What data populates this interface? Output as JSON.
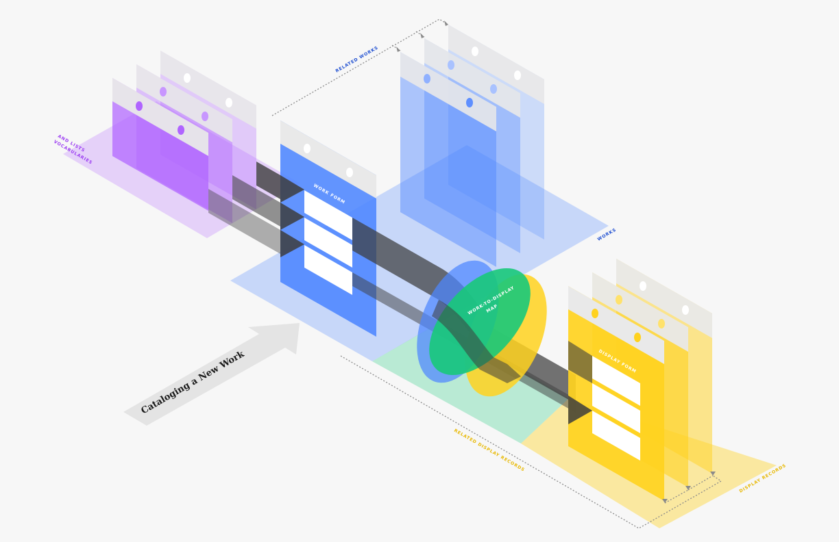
{
  "labels": {
    "vocabularies": [
      "VOCABULARIES",
      "AND LISTS"
    ],
    "related_works": "RELATED WORKS",
    "works": "WORKS",
    "work_form": "WORK FORM",
    "map": [
      "WORK-TO-DISPLAY",
      "MAP"
    ],
    "display_form": "DISPLAY FORM",
    "related_display_records": "RELATED DISPLAY RECORDS",
    "display_records": "DISPLAY RECORDS",
    "cataloging": "Cataloging a New Work"
  },
  "colors": {
    "background": "#f7f7f7",
    "purple": "#b064ff",
    "purple_label": "#9b3cf2",
    "blue": "#4d86ff",
    "blue_label": "#1f4fd1",
    "yellow": "#ffd21f",
    "yellow_label": "#e8b800",
    "green": "#18c97a",
    "flow": "#3d3d3d",
    "tab": "#e9e9e9",
    "dotted": "#8a8a8a"
  },
  "icons": [
    "arrow-right-icon"
  ]
}
